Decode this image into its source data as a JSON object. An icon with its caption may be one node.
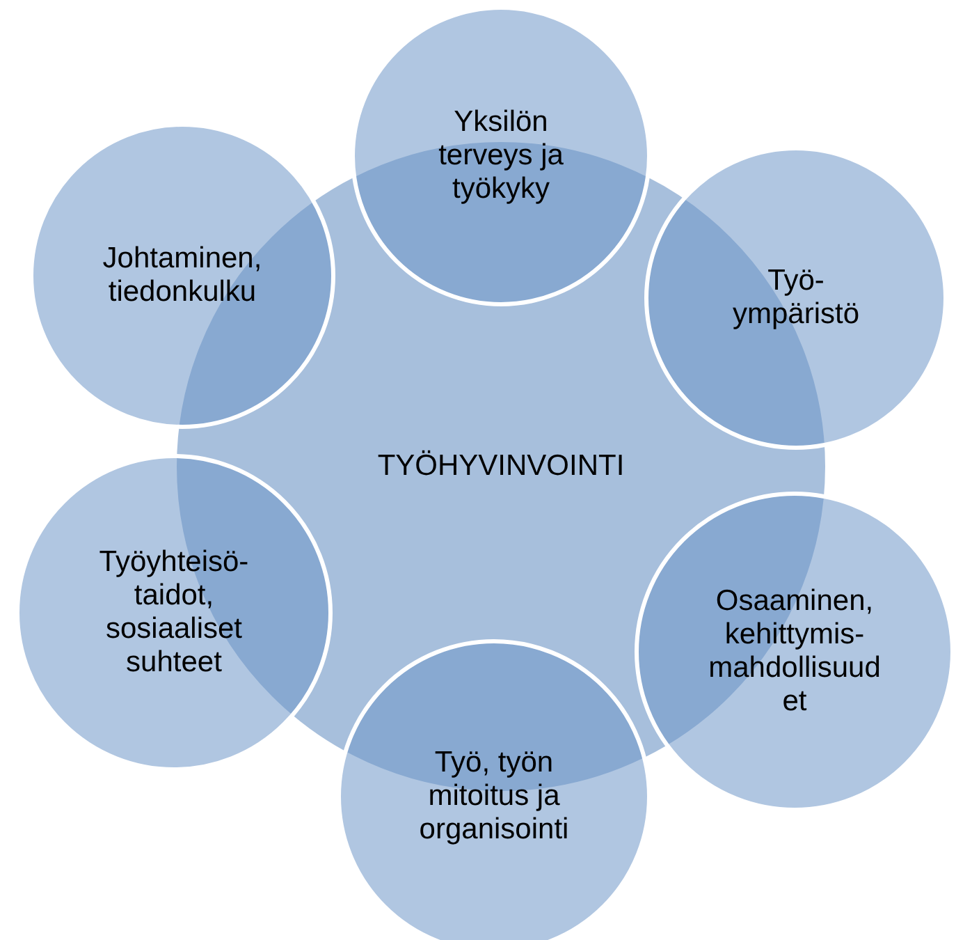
{
  "diagram": {
    "nodes": [
      {
        "text": [
          "TYÖHYVINVOINTI"
        ]
      },
      {
        "text": [
          "Yksilön terveys ja työkyky"
        ]
      },
      {
        "text": [
          "Työ-ympäristö"
        ]
      },
      {
        "text": [
          "Osaaminen, kehittymis-mahdollisuudet"
        ]
      },
      {
        "text": [
          "Työ, työn mitoitus ja organisointi"
        ]
      },
      {
        "text": [
          "Työyhteisö-taidot, sosiaaliset suhteet"
        ]
      },
      {
        "text": [
          "Johtaminen, tiedonkulku"
        ]
      }
    ]
  }
}
